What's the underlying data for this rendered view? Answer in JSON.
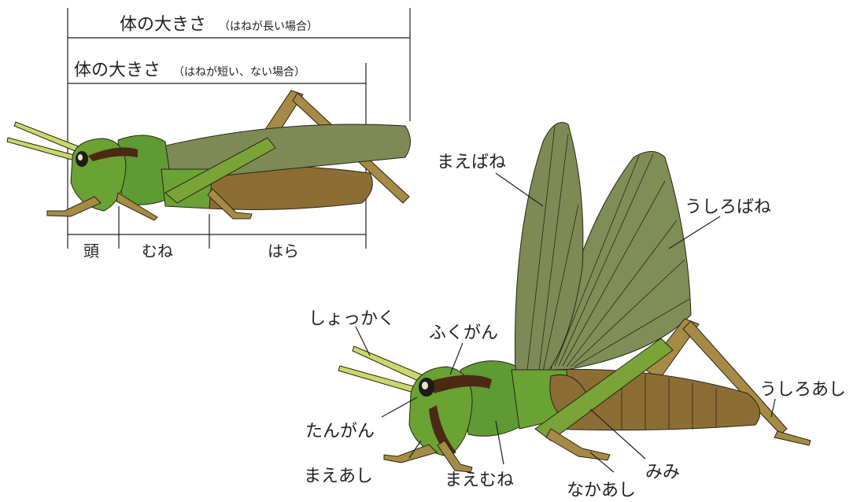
{
  "colors": {
    "head_green": "#6aa234",
    "thorax_green": "#5f9a33",
    "dark_stripe": "#4a2a12",
    "forewing": "#7e8a55",
    "hindwing": "#7f8d57",
    "abdomen": "#8c6e34",
    "leg_brown": "#a58b45",
    "antenna": "#c9d86a"
  },
  "size_diagram": {
    "title_long_main": "体の大きさ",
    "title_long_note": "（はねが長い場合）",
    "title_short_main": "体の大きさ",
    "title_short_note": "（はねが短い、ない場合）",
    "segments": {
      "head": "頭",
      "thorax": "むね",
      "abdomen": "はら"
    }
  },
  "parts_diagram": {
    "labels": {
      "forewing": "まえばね",
      "hindwing": "うしろばね",
      "antenna": "しょっかく",
      "compound_eye": "ふくがん",
      "simple_eye": "たんがん",
      "hind_leg": "うしろあし",
      "foreleg": "まえあし",
      "prothorax": "まえむね",
      "ear": "みみ",
      "middle_leg": "なかあし"
    }
  }
}
